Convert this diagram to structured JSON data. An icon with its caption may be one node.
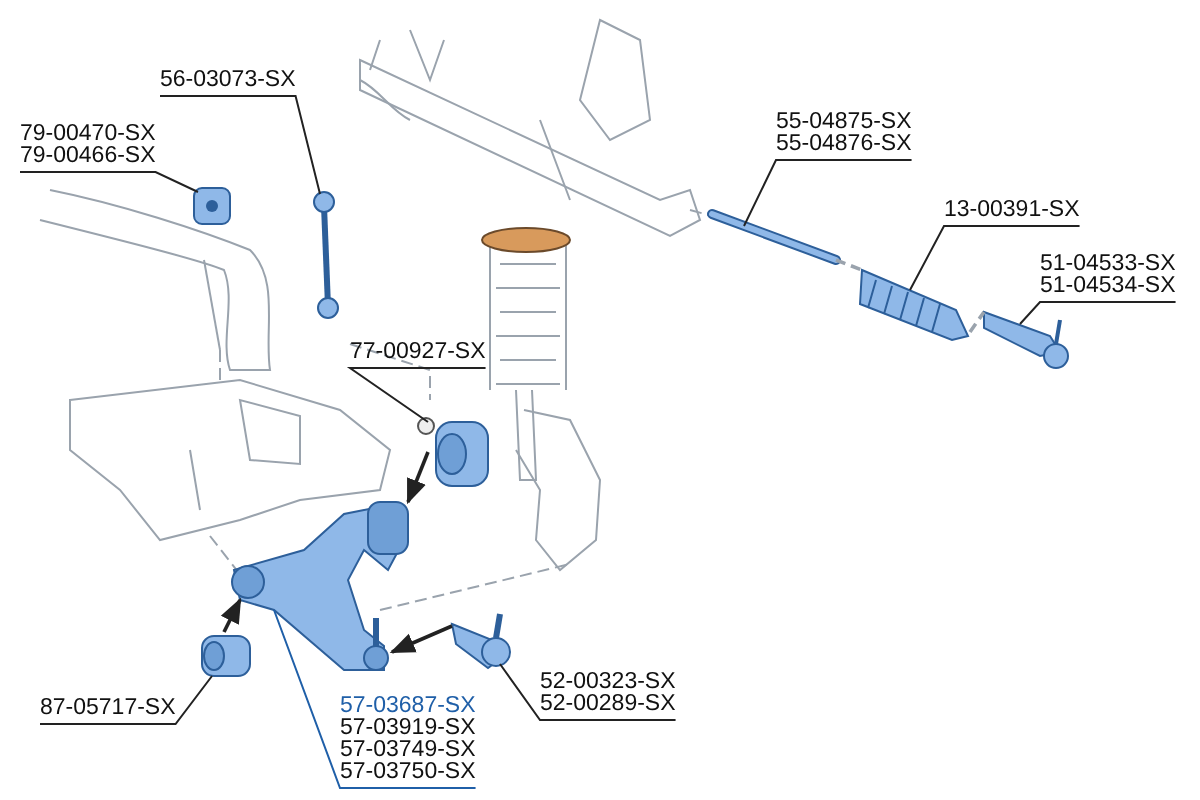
{
  "diagram": {
    "nodes": [
      {
        "text": [
          "56-03073-SX"
        ]
      },
      {
        "text": [
          "79-00470-SX",
          "79-00466-SX"
        ]
      },
      {
        "text": [
          "55-04875-SX",
          "55-04876-SX"
        ]
      },
      {
        "text": [
          "13-00391-SX"
        ]
      },
      {
        "text": [
          "51-04533-SX",
          "51-04534-SX"
        ]
      },
      {
        "text": [
          "77-00927-SX"
        ]
      },
      {
        "text": [
          "87-05717-SX"
        ]
      },
      {
        "text": [
          "57-03687-SX",
          "57-03919-SX",
          "57-03749-SX",
          "57-03750-SX"
        ]
      },
      {
        "text": [
          "52-00323-SX",
          "52-00289-SX"
        ]
      },
      {
        "text": [],
        "shape": "picture"
      },
      {
        "text": [],
        "shape": "picture"
      },
      {
        "text": [],
        "shape": "picture"
      },
      {
        "text": [],
        "shape": "picture"
      },
      {
        "text": [],
        "shape": "picture"
      },
      {
        "text": [],
        "shape": "picture"
      },
      {
        "text": [],
        "shape": "picture"
      },
      {
        "text": [],
        "shape": "picture"
      },
      {
        "text": [],
        "shape": "picture"
      }
    ],
    "edges": [
      {
        "from": 0,
        "to": 9,
        "arrow": "none"
      },
      {
        "from": 1,
        "to": 10,
        "arrow": "none"
      },
      {
        "from": 2,
        "to": 11,
        "arrow": "none"
      },
      {
        "from": 3,
        "to": 12,
        "arrow": "none"
      },
      {
        "from": 4,
        "to": 13,
        "arrow": "none"
      },
      {
        "from": 5,
        "to": 14,
        "arrow": "none"
      },
      {
        "from": 6,
        "to": 15,
        "arrow": "none"
      },
      {
        "from": 7,
        "to": 16,
        "arrow": "none",
        "color": "#1f5fa8"
      },
      {
        "from": 8,
        "to": 17,
        "arrow": "none"
      },
      {
        "from": 14,
        "to": 16,
        "arrow": "to"
      },
      {
        "from": 15,
        "to": 16,
        "arrow": "to"
      },
      {
        "from": 17,
        "to": 16,
        "arrow": "to"
      },
      {
        "from": 11,
        "to": 12,
        "arrow": "none",
        "style": "dashed",
        "color": "#9aa3ad"
      },
      {
        "from": 12,
        "to": 13,
        "arrow": "none",
        "style": "dashed",
        "color": "#9aa3ad"
      }
    ]
  }
}
